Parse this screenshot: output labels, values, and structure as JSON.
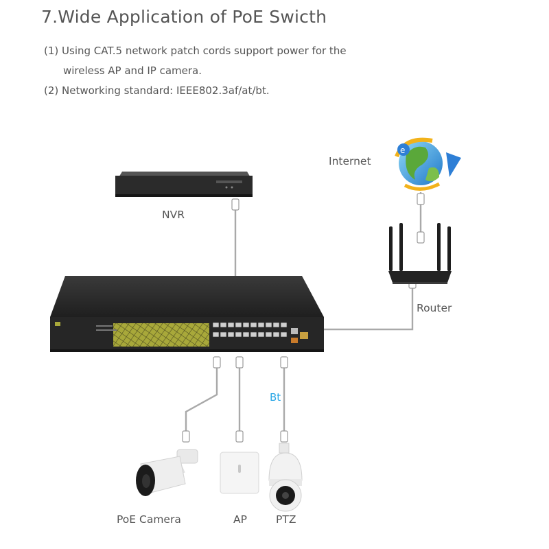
{
  "header": {
    "title": "7.Wide Application of PoE Swicth",
    "bullet1_num": "(1)",
    "bullet1_line1": "Using CAT.5 network patch cords support power for the",
    "bullet1_line2": "wireless AP and IP camera.",
    "bullet2_num": "(2)",
    "bullet2_text": "Networking standard: IEEE802.3af/at/bt."
  },
  "labels": {
    "internet": "Internet",
    "nvr": "NVR",
    "router": "Router",
    "bt": "Bt",
    "poe_camera": "PoE Camera",
    "ap": "AP",
    "ptz": "PTZ"
  },
  "colors": {
    "cable": "#a9a9a9",
    "device_dark": "#2b2b2b",
    "switch_accent": "#a8a83a",
    "bt_label": "#2aa7e6"
  },
  "icons": [
    "globe-icon",
    "router-icon",
    "nvr-icon",
    "poe-switch-icon",
    "bullet-camera-icon",
    "access-point-icon",
    "ptz-camera-icon"
  ]
}
